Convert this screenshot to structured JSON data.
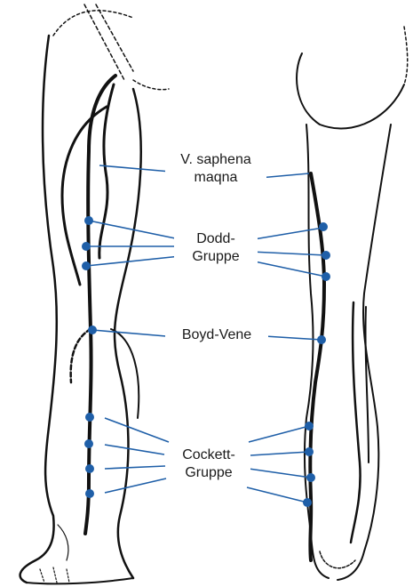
{
  "labels": {
    "saphena": [
      "V. saphena",
      "maqna"
    ],
    "dodd": [
      "Dodd-",
      "Gruppe"
    ],
    "boyd": "Boyd-Vene",
    "cockett": [
      "Cockett-",
      "Gruppe"
    ]
  },
  "colors": {
    "line": "#1f5fa8",
    "dot": "#1f5fa8",
    "outline": "#111111"
  }
}
